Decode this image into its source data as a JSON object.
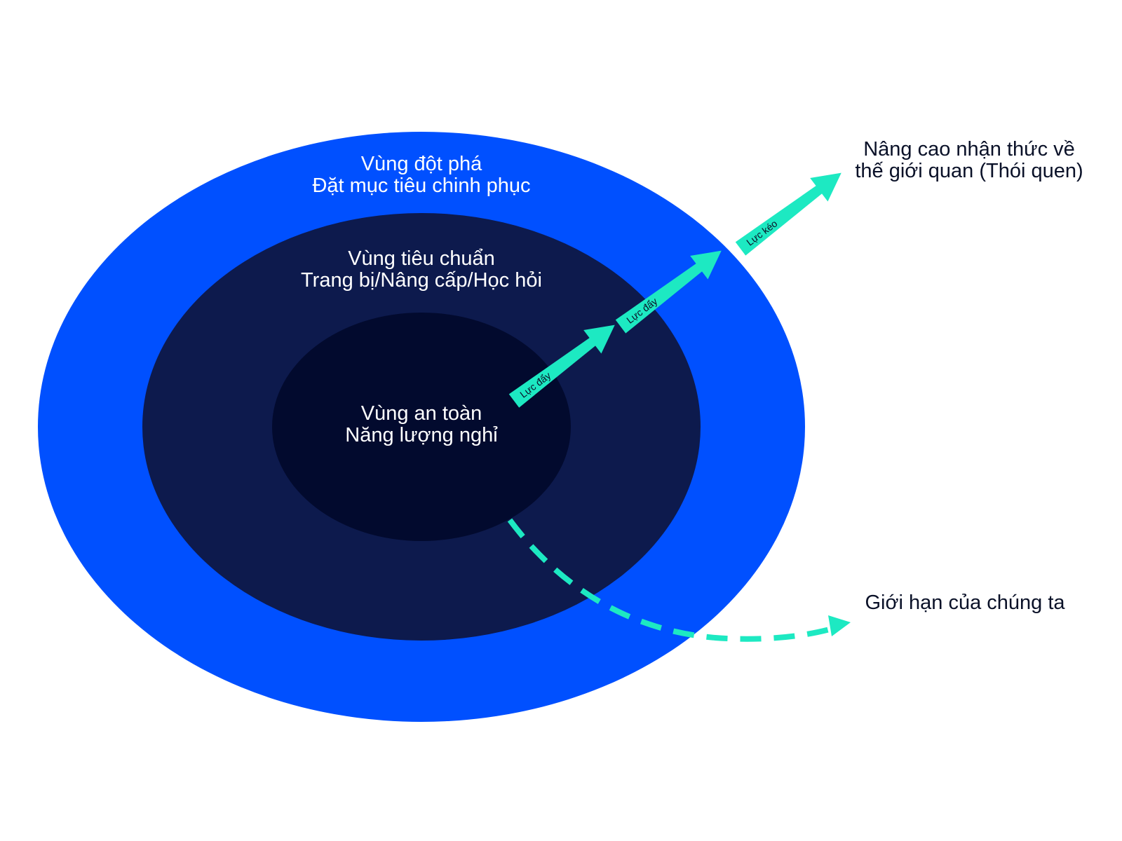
{
  "zones": {
    "outer": {
      "line1": "Vùng đột phá",
      "line2": "Đặt mục tiêu chinh phục",
      "color": "#0050ff"
    },
    "middle": {
      "line1": "Vùng tiêu chuẩn",
      "line2": "Trang bị/Nâng cấp/Học hỏi",
      "color": "#0d1a4d"
    },
    "inner": {
      "line1": "Vùng an toàn",
      "line2": "Năng lượng nghỉ",
      "color": "#020a2e"
    }
  },
  "arrows": {
    "push1": {
      "label": "Lực đẩy"
    },
    "push2": {
      "label": "Lực đẩy"
    },
    "pull": {
      "label": "Lực kéo"
    },
    "color": "#1de9c2"
  },
  "annotations": {
    "awareness": {
      "line1": "Nâng cao nhận thức về",
      "line2": "thế giới quan (Thói quen)"
    },
    "limit": {
      "text": "Giới hạn của chúng ta"
    }
  }
}
